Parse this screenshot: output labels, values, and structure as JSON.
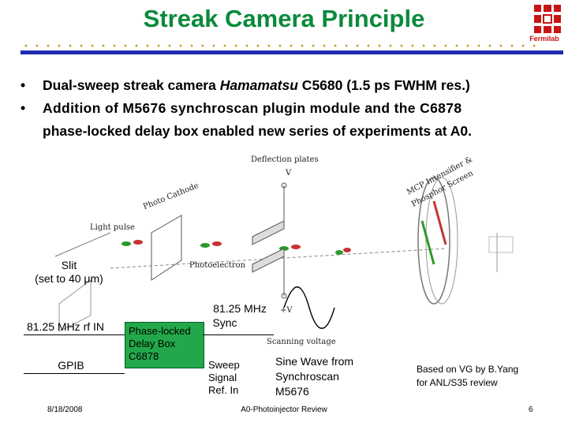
{
  "header": {
    "title": "Streak Camera Principle",
    "logo_text": "Fermilab",
    "logo_icon": "fermilab-logo-icon",
    "colors": {
      "title": "#0a8a3c",
      "rule": "#1e2bb0",
      "dots": "#c9a23a",
      "box": "#22a84a"
    }
  },
  "bullets": {
    "b1_prefix": "Dual-sweep streak camera ",
    "b1_italic": "Hamamatsu",
    "b1_suffix": " C5680 (1.5 ps FWHM res.)",
    "b2_line1": "Addition of M5676 synchroscan plugin module and the C6878",
    "b2_line2": "phase-locked delay box enabled new series of experiments at A0."
  },
  "diagram": {
    "deflection_plates": "Deflection plates",
    "photo_cathode": "Photo Cathode",
    "light_pulse": "Light pulse",
    "mcp": "MCP Intensifier &",
    "phosphor": "Phosphor Screen",
    "photoelectron": "Photoelectron",
    "scanning_voltage": "Scanning voltage",
    "plus_v": "+V",
    "v": "V",
    "slit": "Slit",
    "slit_setting": "(set to 40 μm)",
    "rf_in": "81.25 MHz rf IN",
    "gpib": "GPIB",
    "phase_box_l1": "Phase-locked",
    "phase_box_l2": "Delay Box",
    "phase_box_l3": "C6878",
    "sync_l1": "81.25 MHz",
    "sync_l2": "Sync",
    "sweep_l1": "Sweep",
    "sweep_l2": "Signal",
    "sweep_l3": "Ref. In",
    "sine_l1": "Sine Wave from",
    "sine_l2": "Synchroscan",
    "sine_l3": "M5676",
    "credit_l1": "Based on VG by B.Yang",
    "credit_l2": "for ANL/S35 review"
  },
  "footer": {
    "date": "8/18/2008",
    "center": "A0-Photoinjector Review",
    "page": "6"
  }
}
